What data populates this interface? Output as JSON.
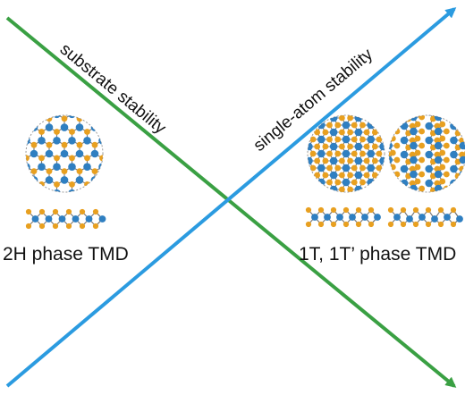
{
  "arrows": {
    "substrate": {
      "label": "substrate stability",
      "color": "#3aa043"
    },
    "single_atom": {
      "label": "single-atom stability",
      "color": "#2b9be0"
    }
  },
  "phases": {
    "left": {
      "label": "2H phase TMD"
    },
    "right": {
      "label": "1T, 1T’ phase TMD"
    }
  },
  "colors": {
    "metal_atom": "#2f7fc1",
    "chalcogen_atom": "#e8a020",
    "bond": "#777777",
    "disk_border": "#9a9a9a"
  }
}
